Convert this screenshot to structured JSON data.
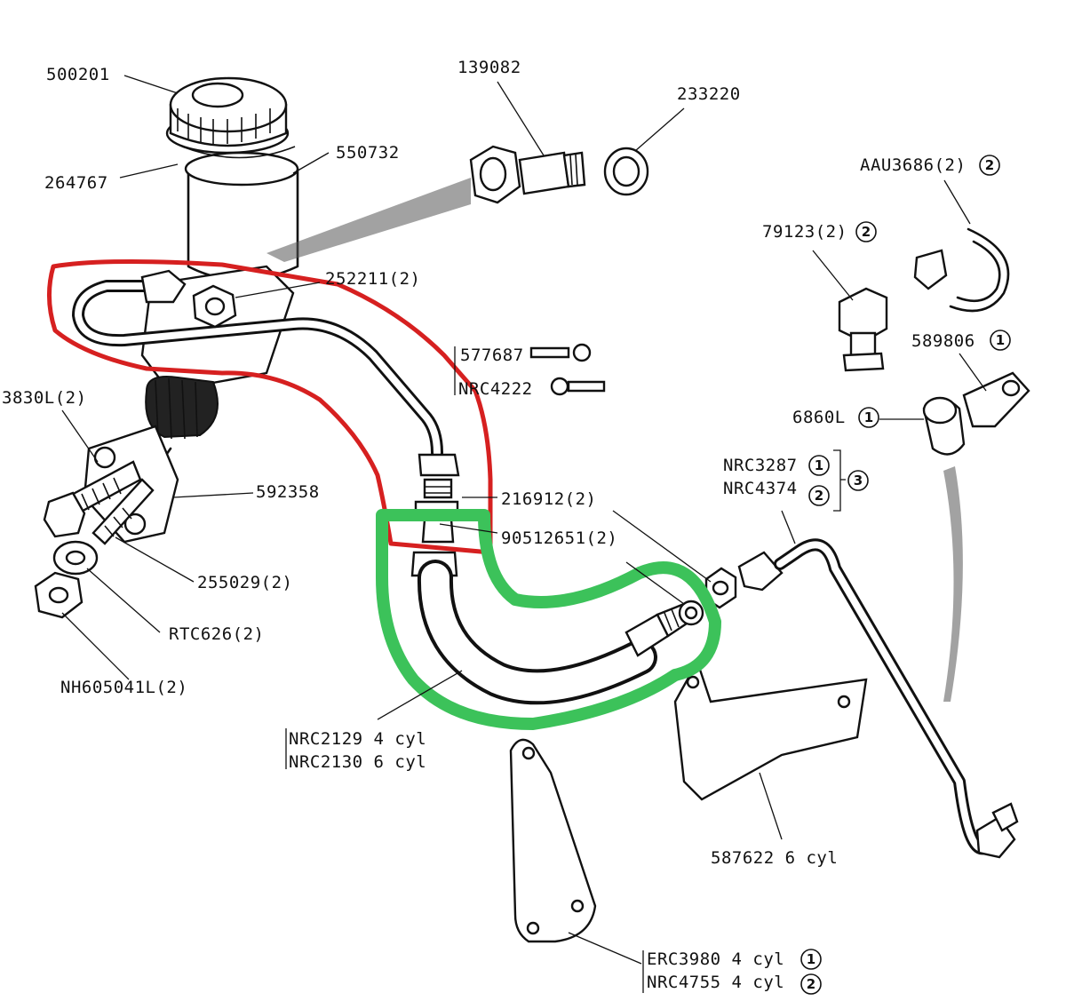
{
  "labels": {
    "p500201": "500201",
    "p264767": "264767",
    "p550732": "550732",
    "p139082": "139082",
    "p233220": "233220",
    "p252211": "252211(2)",
    "p577687": "577687",
    "pNRC4222": "NRC4222",
    "p3830L": "3830L(2)",
    "p592358": "592358",
    "p216912": "216912(2)",
    "p90512651": "90512651(2)",
    "p255029": "255029(2)",
    "pRTC626": "RTC626(2)",
    "pNH605041L": "NH605041L(2)",
    "pNRC2129": "NRC2129 4 cyl",
    "pNRC2130": "NRC2130 6 cyl",
    "pAAU3686": "AAU3686(2)",
    "pAAU3686_mark": "2",
    "p79123": "79123(2)",
    "p79123_mark": "2",
    "p589806": "589806",
    "p589806_mark": "1",
    "p6860L": "6860L",
    "p6860L_mark": "1",
    "pNRC3287": "NRC3287",
    "pNRC3287_mark": "1",
    "pNRC4374": "NRC4374",
    "pNRC4374_mark": "2",
    "group_mark": "3",
    "p587622": "587622 6 cyl",
    "pERC3980": "ERC3980 4 cyl",
    "pERC3980_mark": "1",
    "pNRC4755": "NRC4755 4 cyl",
    "pNRC4755_mark": "2"
  },
  "highlights": {
    "red_outline_color": "#d62020",
    "green_outline_color": "#3cc25a"
  }
}
